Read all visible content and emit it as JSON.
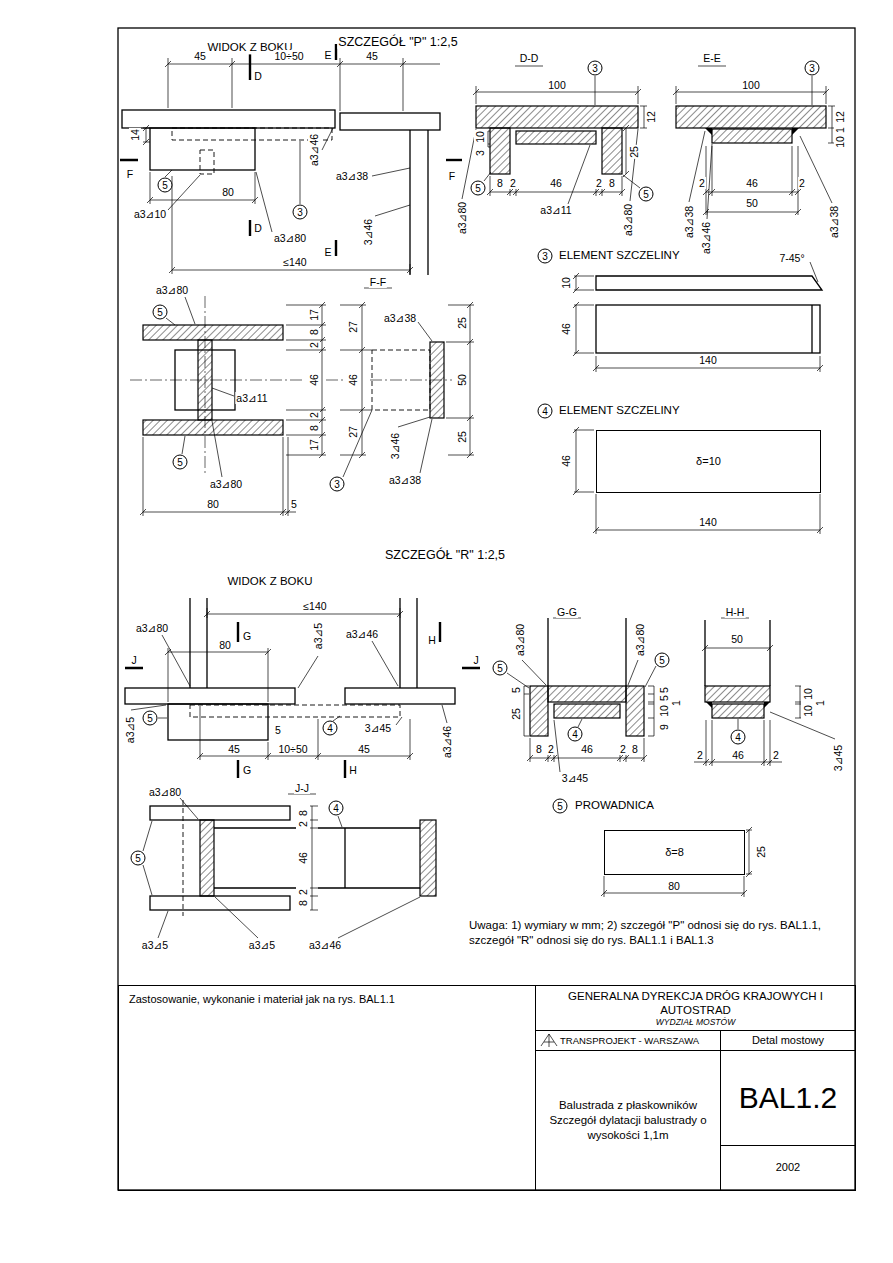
{
  "diagram": {
    "nodes": [
      {
        "text": [
          "δ=10"
        ]
      },
      {
        "text": [
          "δ=8"
        ]
      },
      {
        "text": [
          "Zastosowanie, wykonanie i materiał jak na rys. BAL1.1"
        ]
      },
      {
        "text": [
          "GENERALNA DYREKCJA DRÓG KRAJOWYCH I AUTOSTRAD",
          "WYDZIAŁ MOSTÓW"
        ]
      },
      {
        "text": [
          "TRANSPROJEKT - WARSZAWA"
        ]
      },
      {
        "text": [
          "Detal mostowy"
        ]
      },
      {
        "text": [
          "Balustrada z płaskowników Szczegół dylatacji balustrady o wysokości 1,1m"
        ]
      },
      {
        "text": [
          "BAL1.2"
        ]
      },
      {
        "text": [
          "2002"
        ]
      }
    ],
    "labels": [
      "SZCZEGÓŁ \"P\" 1:2,5",
      "WIDOK Z BOKU",
      "D",
      "E",
      "45",
      "10÷50",
      "45",
      "14",
      "F",
      "5",
      "80",
      "a3⊿10",
      "3",
      "a3⊿80",
      "D",
      "a3⊿46",
      "a3⊿38",
      "3⊿46",
      "E",
      "≤140",
      "D-D",
      "100",
      "3",
      "10",
      "3",
      "25",
      "5",
      "8",
      "2",
      "46",
      "2",
      "8",
      "5",
      "a3⊿11",
      "a3⊿80",
      "a3⊿80",
      "F",
      "E-E",
      "100",
      "3",
      "12",
      "1",
      "10",
      "2",
      "46",
      "2",
      "50",
      "a3⊿38",
      "a3⊿46",
      "a3⊿38",
      "12",
      "3",
      "ELEMENT SZCZELINY",
      "7-45°",
      "10",
      "46",
      "140",
      "4",
      "ELEMENT SZCZELINY",
      "46",
      "140",
      "F-F",
      "a3⊿80",
      "5",
      "17",
      "8",
      "2",
      "46",
      "2",
      "8",
      "17",
      "27",
      "46",
      "27",
      "25",
      "50",
      "25",
      "a3⊿38",
      "a3⊿11",
      "3⊿46",
      "5",
      "a3⊿80",
      "3",
      "a3⊿38",
      "80",
      "5",
      "SZCZEGÓŁ \"R\" 1:2,5",
      "WIDOK Z BOKU",
      "≤140",
      "a3⊿80",
      "80",
      "G",
      "a3⊿5",
      "a3⊿46",
      "H",
      "J",
      "J",
      "5",
      "a3⊿5",
      "5",
      "4",
      "3⊿45",
      "a3⊿46",
      "45",
      "10÷50",
      "45",
      "G",
      "H",
      "J-J",
      "a3⊿80",
      "4",
      "5",
      "8",
      "2",
      "46",
      "2",
      "8",
      "a3⊿5",
      "a3⊿5",
      "a3⊿46",
      "G-G",
      "a3⊿80",
      "a3⊿80",
      "5",
      "5",
      "5",
      "25",
      "5",
      "5",
      "1",
      "10",
      "9",
      "8",
      "2",
      "46",
      "2",
      "8",
      "4",
      "3⊿45",
      "H-H",
      "50",
      "10",
      "1",
      "10",
      "4",
      "2",
      "46",
      "2",
      "3⊿45",
      "5",
      "PROWADNICA",
      "25",
      "80",
      "Uwaga: 1) wymiary w mm; 2) szczegół \"P\" odnosi się do rys. BAL1.1, szczegół \"R\" odnosi się do rys. BAL1.1 i BAL1.3"
    ]
  }
}
